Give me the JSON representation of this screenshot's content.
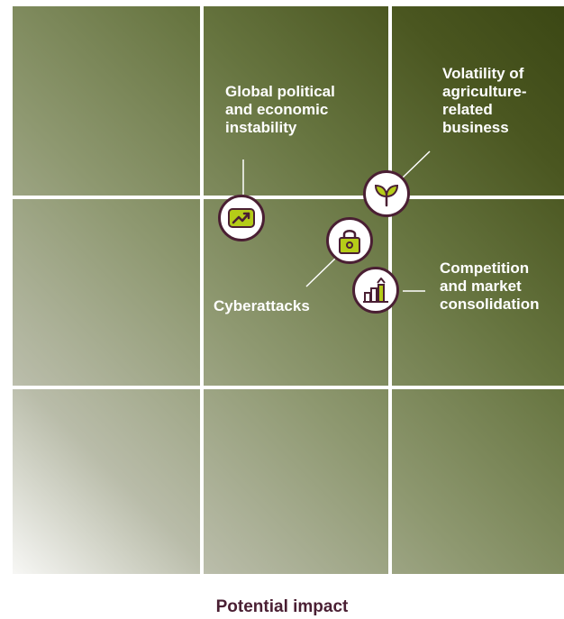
{
  "risks": {
    "global": {
      "label": "Global political\nand economic\ninstability",
      "icon": "trending-up-icon"
    },
    "volatility": {
      "label": "Volatility of\nagriculture-\nrelated\nbusiness",
      "icon": "sprout-icon"
    },
    "cyber": {
      "label": "Cyberattacks",
      "icon": "lock-icon"
    },
    "competition": {
      "label": "Competition\nand market\nconsolidation",
      "icon": "bar-chart-arrow-icon"
    }
  },
  "axis": {
    "x_label": "Potential impact"
  },
  "colors": {
    "icon_fill": "#b5cc18",
    "outline": "#4a1f33",
    "dark_olive": "#3b4714"
  }
}
